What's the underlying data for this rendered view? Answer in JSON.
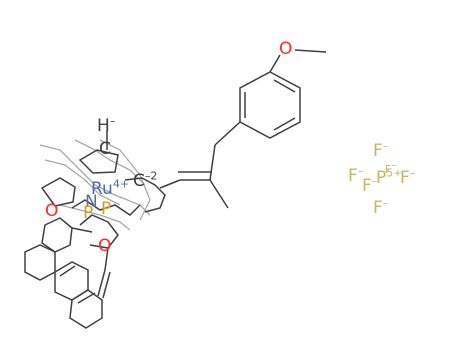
{
  "diagram": {
    "atoms": {
      "o_methoxy": "O",
      "h_minus": "H",
      "h_minus_charge": "–",
      "c_top": "C",
      "ru": "Ru",
      "ru_charge": "4+",
      "c_right": "C",
      "c_right_charge": "–2",
      "n": "N",
      "o_left": "O",
      "p1": "P",
      "p2": "P",
      "o_bottom": "O",
      "pf6": {
        "f_top": "F",
        "f_left": "F",
        "f_left2": "F",
        "p_center": "P",
        "p_charge": "5+",
        "f_right": "F",
        "f_right_top": "F",
        "f_bottom": "F",
        "f_charge": "–"
      }
    },
    "colors": {
      "bond": "#404040",
      "bond_light": "#a0a0a0",
      "oxygen": "#ff2a2a",
      "phosphorus": "#d4a017",
      "ruthenium": "#4a6fa5",
      "nitrogen": "#5a6fb0",
      "fluorine": "#c8b46a"
    }
  }
}
